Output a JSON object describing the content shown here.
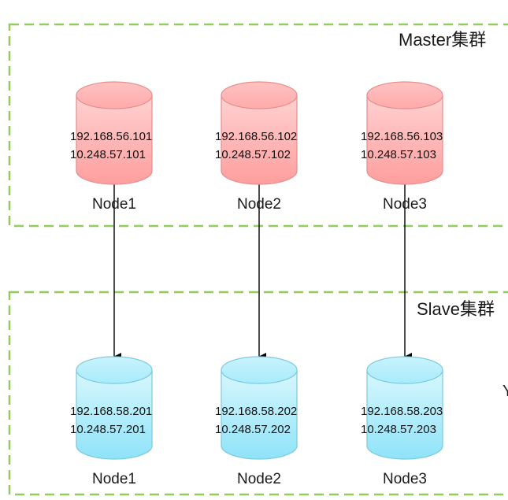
{
  "colors": {
    "cluster_border": "#8fce5a",
    "master_fill": "#ffb0b0",
    "master_stroke": "#e78d8d",
    "slave_fill": "#a5ecfb",
    "slave_stroke": "#7cc9de",
    "arrow": "#000000"
  },
  "clusters": {
    "master": {
      "title": "Master集群",
      "nodes": [
        {
          "name": "Node1",
          "ip1": "192.168.56.101",
          "ip2": "10.248.57.101"
        },
        {
          "name": "Node2",
          "ip1": "192.168.56.102",
          "ip2": "10.248.57.102"
        },
        {
          "name": "Node3",
          "ip1": "192.168.56.103",
          "ip2": "10.248.57.103"
        }
      ]
    },
    "slave": {
      "title": "Slave集群",
      "nodes": [
        {
          "name": "Node1",
          "ip1": "192.168.58.201",
          "ip2": "10.248.57.201"
        },
        {
          "name": "Node2",
          "ip1": "192.168.58.202",
          "ip2": "10.248.57.202"
        },
        {
          "name": "Node3",
          "ip1": "192.168.58.203",
          "ip2": "10.248.57.203"
        }
      ]
    }
  },
  "edge_label": "Y"
}
